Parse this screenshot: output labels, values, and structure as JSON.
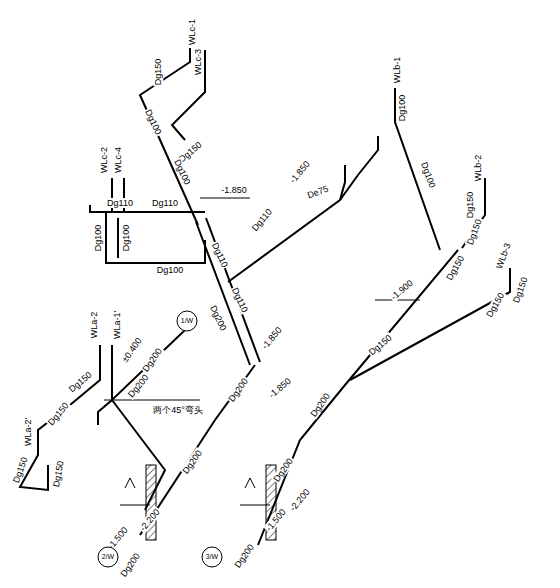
{
  "diagram": {
    "nodes": [
      {
        "text": [
          "1/W"
        ]
      },
      {
        "text": [
          "2/W"
        ]
      },
      {
        "text": [
          "3/W"
        ]
      }
    ],
    "labels": [
      "WLc-1",
      "Dg150",
      "WLc-3",
      "Dg150",
      "Dg100",
      "Dg100",
      "WLc-2",
      "WLc-4",
      "-1.850",
      "Dg110",
      "Dg110",
      "Dg100",
      "Dg100",
      "Dg100",
      "Dg110",
      "Dg110",
      "-1.850",
      "De75",
      "Dg110",
      "Dg200",
      "-1.850",
      "Dg200",
      "-1.850",
      "WLb-1",
      "Dg100",
      "Dg100",
      "WLb-2",
      "Dg150",
      "Dg150",
      "WLb-3",
      "Dg150",
      "Dg150",
      "-1.900",
      "Dg150",
      "Dg150",
      "Dg200",
      "WLa-2",
      "WLa-1'",
      "±0.400",
      "Dg200",
      "Dg150",
      "Dg200",
      "两个45°弯头",
      "WLa-2'",
      "Dg150",
      "Dg150",
      "Dg150",
      "Dg200",
      "-1.500",
      "-2.200",
      "Dg200",
      "-1.500",
      "-2.200",
      "Dg200",
      "Dg200"
    ]
  }
}
